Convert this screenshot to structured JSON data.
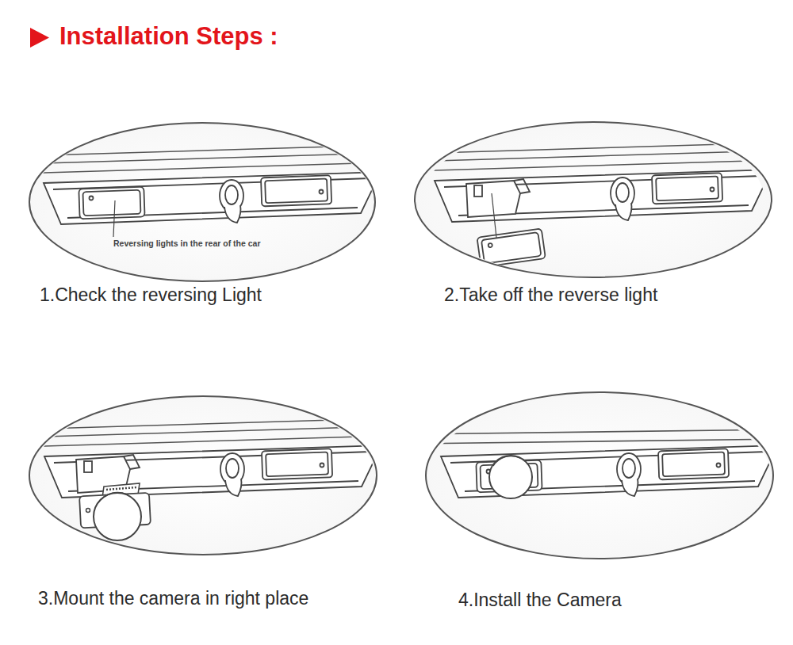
{
  "diagram": {
    "title": "Installation Steps :",
    "labels": [
      "Reversing lights in the rear of the car",
      "1.Check the reversing Light",
      "2.Take off the reverse light",
      "3.Mount the camera in right place",
      "4.Install the Camera"
    ]
  }
}
